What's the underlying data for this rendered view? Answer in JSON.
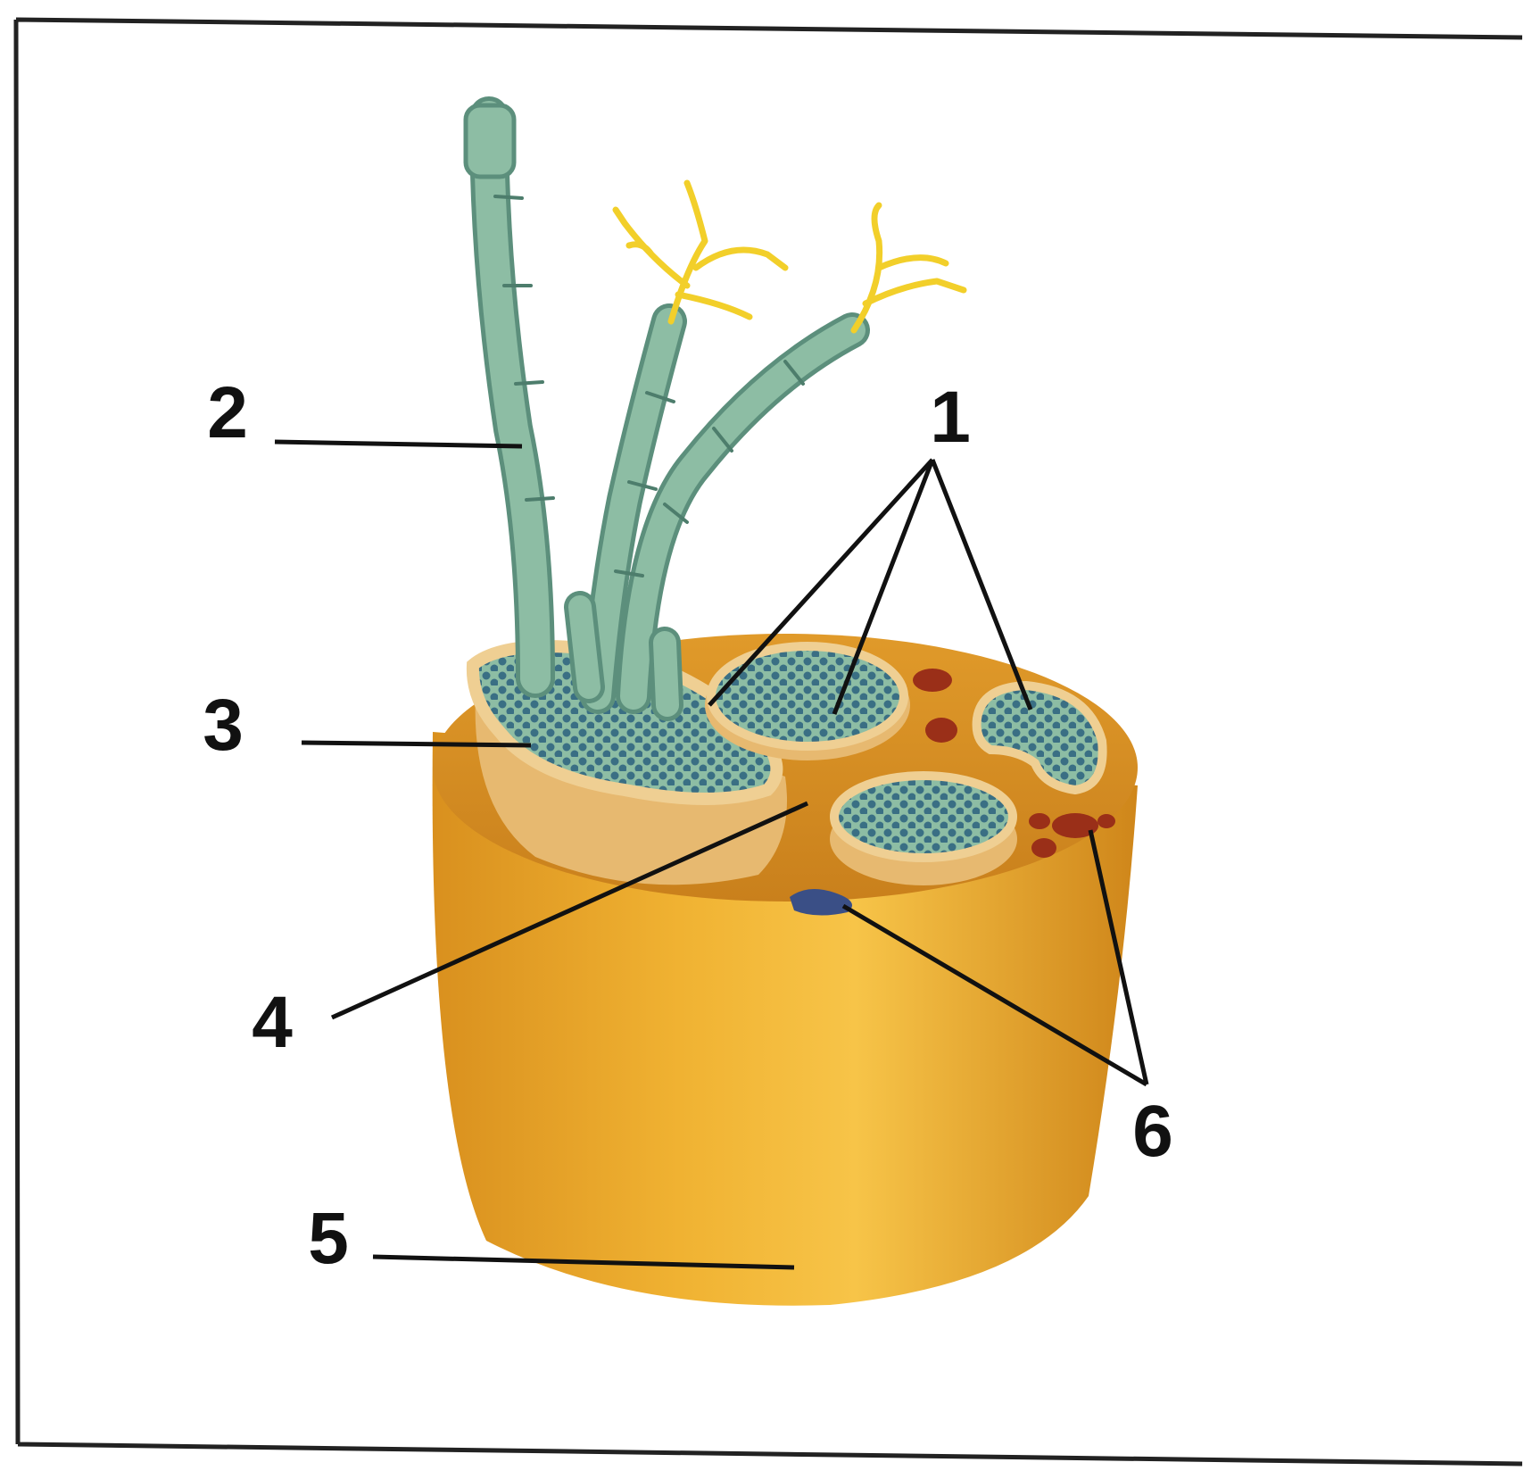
{
  "diagram": {
    "labels": {
      "l1": "1",
      "l2": "2",
      "l3": "3",
      "l4": "4",
      "l5": "5",
      "l6": "6"
    },
    "colors": {
      "tissue": "#e2a22a",
      "tissue_light": "#f5c95a",
      "sheath": "#ecc27a",
      "fiber": "#8dbda4",
      "fiber_dot": "#3a6f84",
      "dendrite": "#f2cf2a",
      "vein": "#3a4f86",
      "artery": "#9a2f18",
      "leader": "#111111"
    }
  }
}
